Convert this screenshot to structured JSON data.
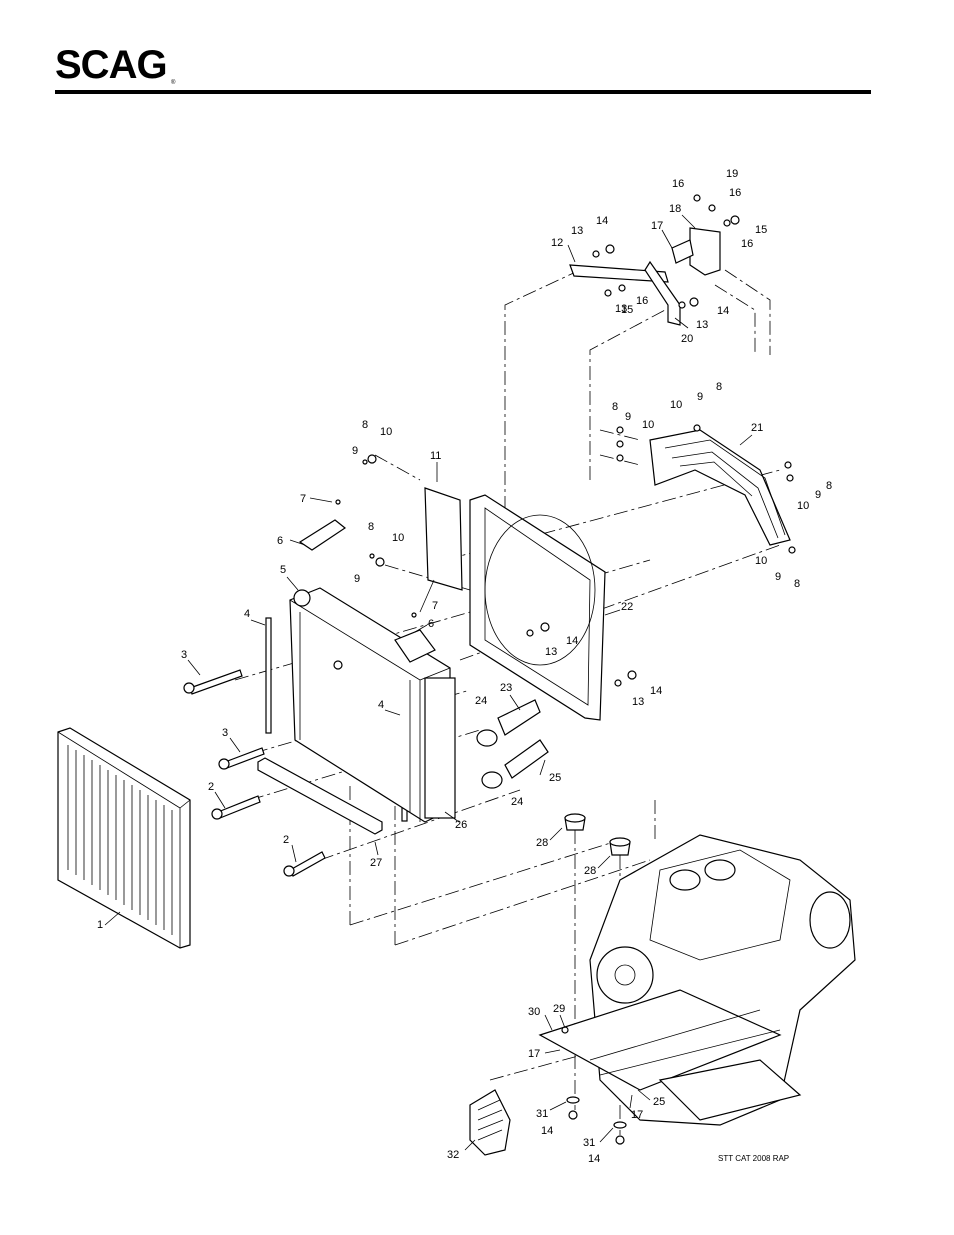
{
  "header": {
    "brand": "SCAG",
    "registered_mark": "®"
  },
  "diagram": {
    "reference_code": "STT CAT 2008 RAP",
    "callouts": [
      "1",
      "2",
      "2",
      "3",
      "3",
      "4",
      "4",
      "5",
      "6",
      "6",
      "7",
      "7",
      "8",
      "8",
      "8",
      "8",
      "8",
      "8",
      "9",
      "9",
      "9",
      "9",
      "9",
      "9",
      "10",
      "10",
      "10",
      "10",
      "10",
      "10",
      "11",
      "12",
      "13",
      "13",
      "13",
      "13",
      "13",
      "14",
      "14",
      "14",
      "14",
      "14",
      "14",
      "15",
      "15",
      "16",
      "16",
      "16",
      "16",
      "17",
      "17",
      "17",
      "18",
      "19",
      "20",
      "21",
      "22",
      "23",
      "24",
      "24",
      "25",
      "25",
      "26",
      "27",
      "28",
      "28",
      "29",
      "30",
      "31",
      "31",
      "32"
    ]
  }
}
